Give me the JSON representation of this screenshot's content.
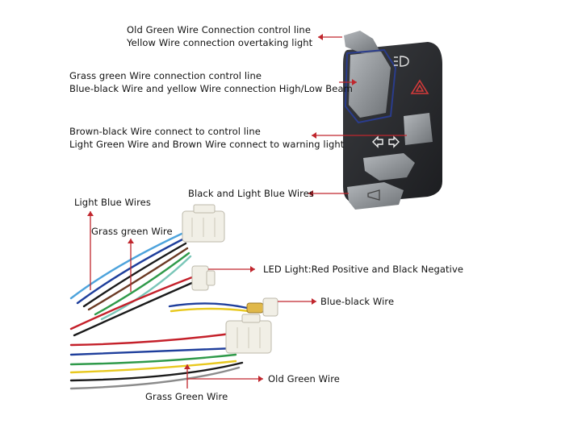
{
  "labels": {
    "old_green_line1": "Old Green Wire Connection control line",
    "old_green_line2": "Yellow Wire connection overtaking light",
    "grass_green_line1": "Grass green Wire connection control line",
    "grass_green_line2": "Blue-black Wire and yellow Wire connection High/Low Beam",
    "brown_black_line1": "Brown-black Wire connect to control line",
    "brown_black_line2": "Light Green Wire and Brown Wire connect to warning light",
    "black_light_blue": "Black and Light Blue Wires",
    "light_blue_wires": "Light Blue Wires",
    "grass_green_wire": "Grass green Wire",
    "led_light": "LED Light:Red Positive and Black Negative",
    "blue_black_wire": "Blue-black Wire",
    "old_green_wire": "Old Green Wire",
    "grass_green_wire_bottom": "Grass Green Wire"
  },
  "colors": {
    "arrow": "#c0262d",
    "switch_body": "#2b2d30",
    "switch_button": "#8d9195",
    "wire_red": "#c4202a",
    "wire_blue": "#1f3f9c",
    "wire_light_blue": "#4da3dc",
    "wire_green": "#2f9a4a",
    "wire_yellow": "#e8c81e",
    "wire_brown": "#6b3a24",
    "wire_black": "#1a1a1a",
    "connector": "#f1efe6"
  },
  "icons": [
    "headlight-icon",
    "hazard-triangle-icon",
    "turn-arrows-icon",
    "horn-icon"
  ]
}
